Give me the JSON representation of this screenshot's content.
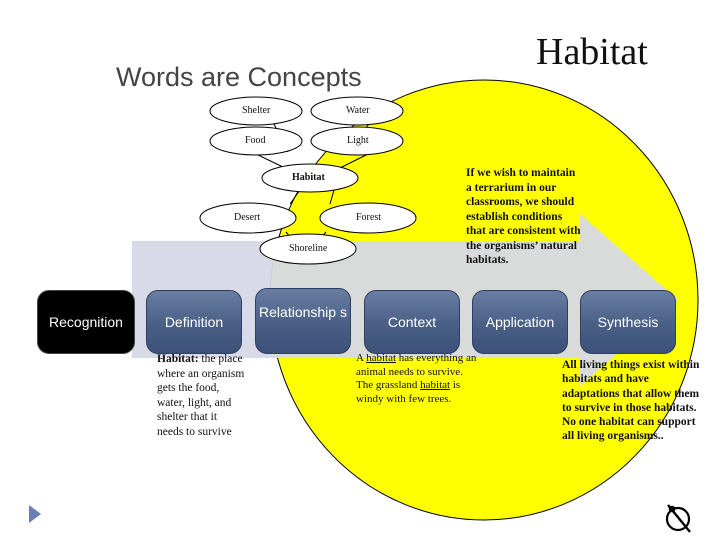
{
  "title": "Habitat",
  "subtitle": "Words are Concepts",
  "ovals": {
    "shelter": "Shelter",
    "water": "Water",
    "food": "Food",
    "light": "Light",
    "habitat": "Habitat",
    "desert": "Desert",
    "forest": "Forest",
    "shoreline": "Shoreline"
  },
  "right_note": "If we wish to maintain a terrarium in our classrooms, we should establish conditions that are consistent with the organisms’ natural habitats.",
  "stages": {
    "recognition": "Recognition",
    "definition": "Definition",
    "relationships": "Relationship s",
    "context": "Context",
    "application": "Application",
    "synthesis": "Synthesis"
  },
  "definition_text": {
    "term": "Habitat:",
    "body": "the place where an organism gets the food, water, light, and shelter that it needs to survive"
  },
  "context_text": {
    "part1": "A ",
    "habitat_word": "habitat",
    "part2": " has everything an animal needs to survive.",
    "part3": "The grassland ",
    "habitat_word2": "habitat",
    "part4": " is windy with few trees."
  },
  "synthesis_text": "All living things exist within habitats and have adaptations that allow them to survive in those habitats. No one habitat can support all living organisms..",
  "colors": {
    "yellow": "#ffff00",
    "arrow": "#d4d7e4",
    "box_blue": "#4a5f86",
    "box_black": "#000000"
  },
  "icons": {
    "nav_arrow": "play-triangle-icon",
    "corner": "no-symbol-icon"
  }
}
